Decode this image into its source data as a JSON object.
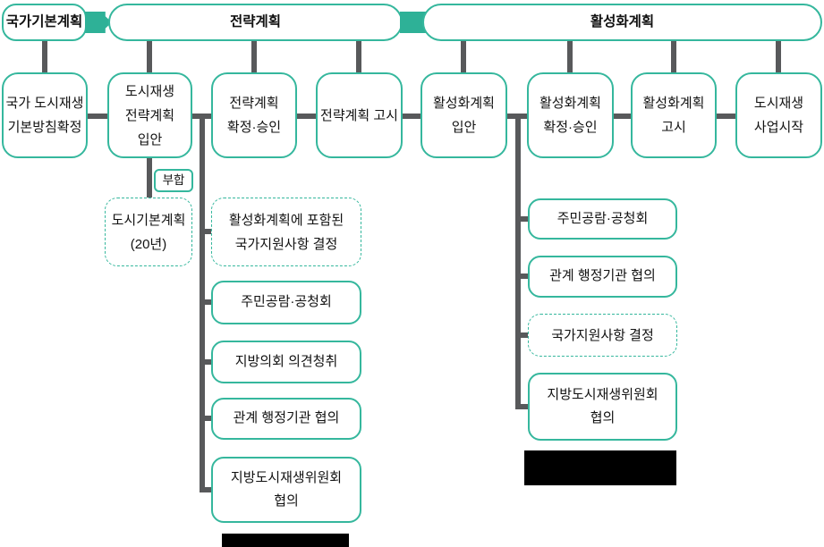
{
  "colors": {
    "accent_teal": "#35b79d",
    "arrow_teal": "#2eb197",
    "connector_gray": "#58595b",
    "redaction_black": "#000000",
    "box_background": "#ffffff",
    "text": "#111111"
  },
  "phases": [
    {
      "label": "국가기본계획"
    },
    {
      "label": "전략계획"
    },
    {
      "label": "활성화계획"
    }
  ],
  "steps": [
    {
      "label": "국가 도시재생\n기본방침확정"
    },
    {
      "label": "도시재생\n전략계획\n입안"
    },
    {
      "label": "전략계획\n확정·승인"
    },
    {
      "label": "전략계획 고시"
    },
    {
      "label": "활성화계획\n입안"
    },
    {
      "label": "활성화계획\n확정·승인"
    },
    {
      "label": "활성화계획\n고시"
    },
    {
      "label": "도시재생\n사업시작"
    }
  ],
  "conform": {
    "label": "부합"
  },
  "master_plan": {
    "label": "도시기본계획\n(20년)"
  },
  "strategy_substeps": [
    {
      "label": "활성화계획에 포함된\n국가지원사항 결정",
      "style": "dashed"
    },
    {
      "label": "주민공람·공청회",
      "style": "solid"
    },
    {
      "label": "지방의회 의견청취",
      "style": "solid"
    },
    {
      "label": "관계 행정기관 협의",
      "style": "solid"
    },
    {
      "label": "지방도시재생위원회\n협의",
      "style": "solid"
    }
  ],
  "activation_substeps": [
    {
      "label": "주민공람·공청회",
      "style": "solid"
    },
    {
      "label": "관계 행정기관 협의",
      "style": "solid"
    },
    {
      "label": "국가지원사항 결정",
      "style": "dashed"
    },
    {
      "label": "지방도시재생위원회\n협의",
      "style": "solid"
    }
  ]
}
